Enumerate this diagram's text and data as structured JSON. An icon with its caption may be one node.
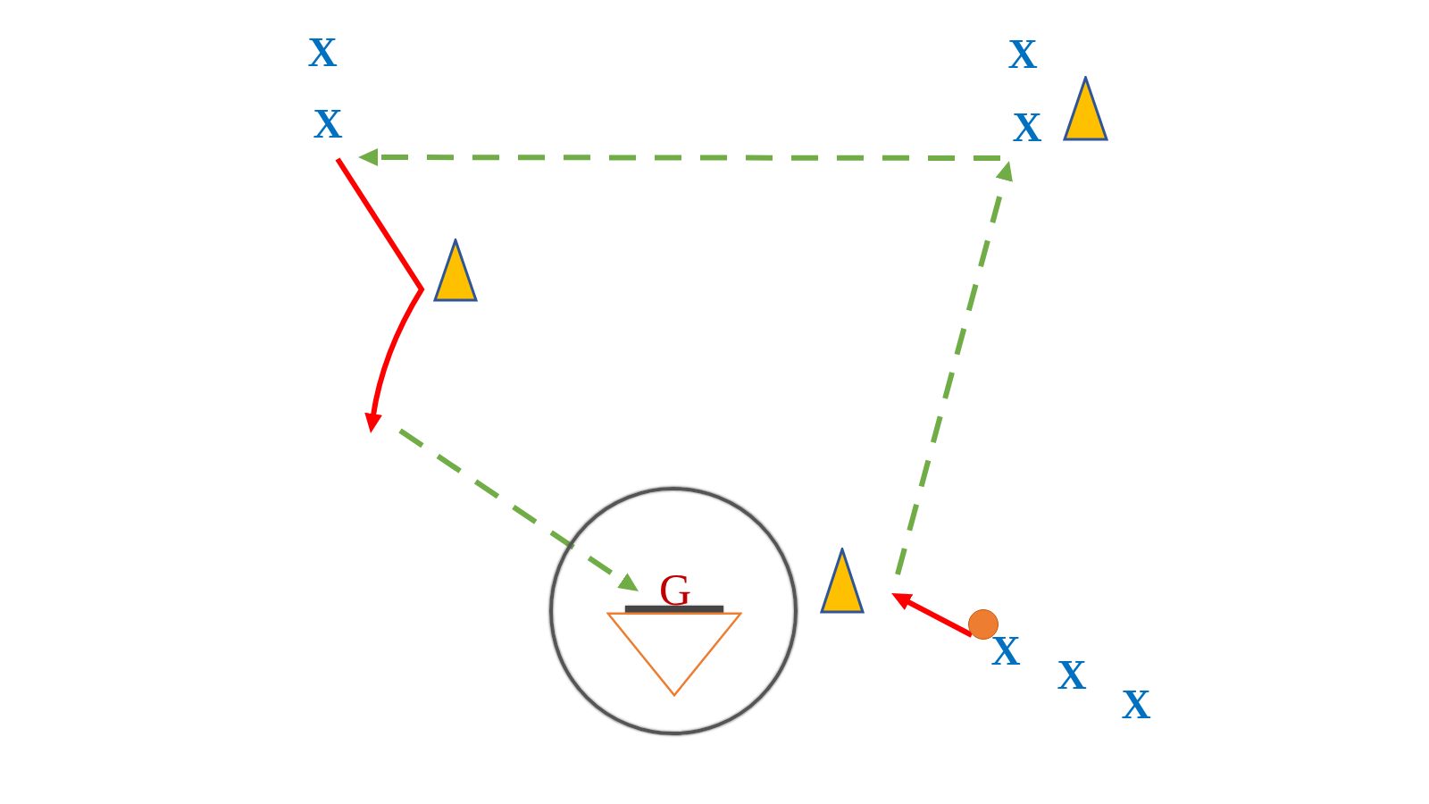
{
  "diagram": {
    "nodes": [
      {
        "text": [
          "X"
        ]
      },
      {
        "text": [
          "X"
        ]
      },
      {
        "text": [],
        "shape": "triangle"
      },
      {
        "text": [
          "X"
        ]
      },
      {
        "text": [
          "X"
        ]
      },
      {
        "text": [],
        "shape": "triangle"
      },
      {
        "text": [],
        "shape": "circle"
      },
      {
        "text": [
          "G"
        ],
        "in": 6
      },
      {
        "text": [],
        "shape": "triangle",
        "in": 6
      },
      {
        "text": [],
        "shape": "triangle"
      },
      {
        "text": [],
        "shape": "circle"
      },
      {
        "text": [
          "X"
        ]
      },
      {
        "text": [
          "X"
        ]
      },
      {
        "text": [
          "X"
        ]
      }
    ],
    "edges": [
      {
        "from": 10,
        "to": 9,
        "arrow": "to",
        "color": "#ff0000"
      },
      {
        "from": 9,
        "to": 4,
        "arrow": "to",
        "style": "dashed"
      },
      {
        "from": 4,
        "to": 3,
        "arrow": "to",
        "style": "dashed"
      },
      {
        "from": 3,
        "to": null,
        "arrow": "to",
        "color": "#ff0000"
      },
      {
        "from": null,
        "to": 7,
        "arrow": "to",
        "style": "dashed"
      }
    ]
  }
}
